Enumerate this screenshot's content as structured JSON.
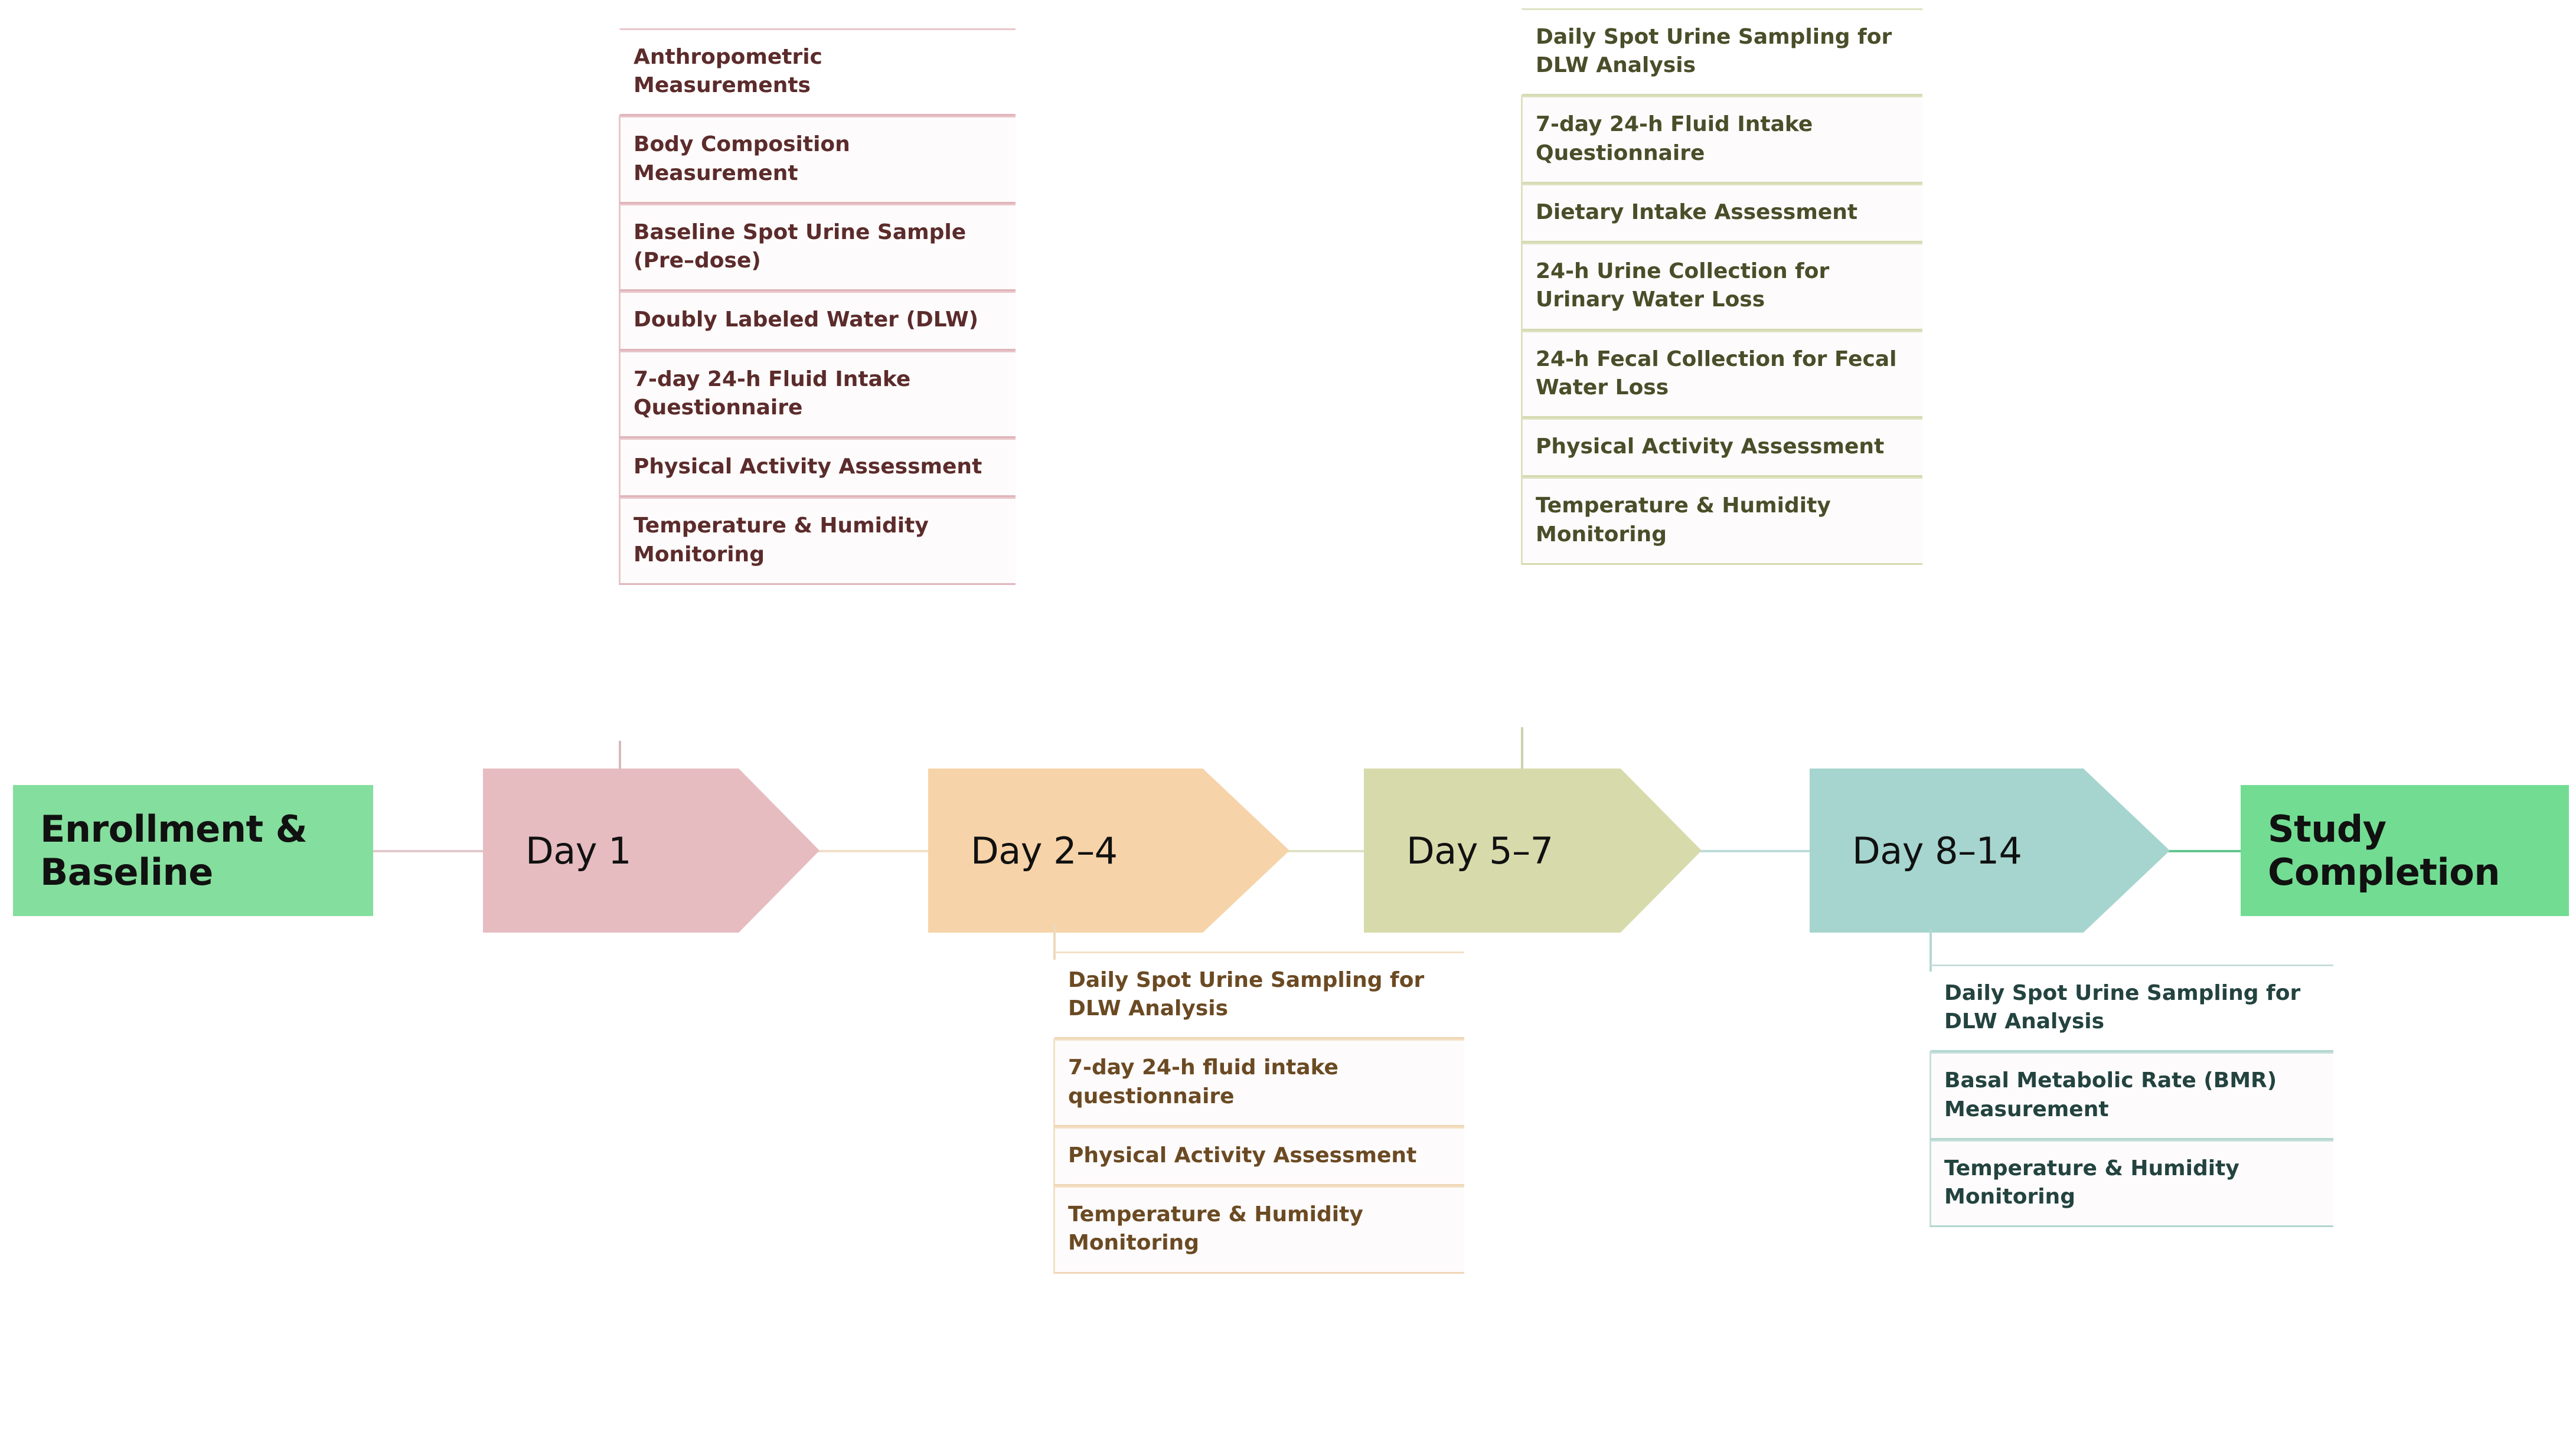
{
  "timeline": {
    "nodes": [
      {
        "id": "enrollment",
        "label": "Enrollment & Baseline",
        "shape": "box",
        "color": "#84de9d"
      },
      {
        "id": "day1",
        "label": "Day 1",
        "shape": "chevron",
        "color": "#e6bcc0"
      },
      {
        "id": "day2-4",
        "label": "Day 2–4",
        "shape": "chevron",
        "color": "#f6d3a8"
      },
      {
        "id": "day5-7",
        "label": "Day 5–7",
        "shape": "chevron",
        "color": "#d7dbac"
      },
      {
        "id": "day8-14",
        "label": "Day 8–14",
        "shape": "chevron",
        "color": "#a5d5ce"
      },
      {
        "id": "completion",
        "label": "Study Completion",
        "shape": "box",
        "color": "#72dd92"
      }
    ],
    "connector_colors": [
      "#e2c8cb",
      "#f0e0c8",
      "#dfe2c6",
      "#bcdcd8",
      "#64c48e"
    ]
  },
  "task_lists": {
    "day1": {
      "position": "above",
      "accent": "#e0b4ba",
      "text_color": "#5c2b2b",
      "items": [
        "Anthropometric Measurements",
        "Body Composition Measurement",
        "Baseline Spot Urine Sample (Pre–dose)",
        "Doubly Labeled Water (DLW)",
        "7-day 24-h Fluid Intake Questionnaire",
        "Physical Activity Assessment",
        "Temperature & Humidity Monitoring"
      ]
    },
    "day2_4": {
      "position": "below",
      "accent": "#efd6b6",
      "text_color": "#6b4a23",
      "items": [
        "Daily Spot Urine Sampling for DLW Analysis",
        "7-day 24-h fluid intake questionnaire",
        "Physical Activity Assessment",
        "Temperature & Humidity Monitoring"
      ]
    },
    "day5_7": {
      "position": "above",
      "accent": "#d5dab0",
      "text_color": "#4a4e29",
      "items": [
        "Daily Spot Urine Sampling for DLW Analysis",
        "7-day 24-h Fluid Intake Questionnaire",
        "Dietary Intake Assessment",
        "24-h Urine Collection for Urinary Water Loss",
        "24-h Fecal Collection for Fecal Water Loss",
        "Physical Activity Assessment",
        "Temperature & Humidity Monitoring"
      ]
    },
    "day8_14": {
      "position": "below",
      "accent": "#b3d6d1",
      "text_color": "#23433f",
      "items": [
        "Daily Spot Urine Sampling for DLW Analysis",
        "Basal Metabolic Rate (BMR) Measurement",
        "Temperature & Humidity Monitoring"
      ]
    }
  }
}
